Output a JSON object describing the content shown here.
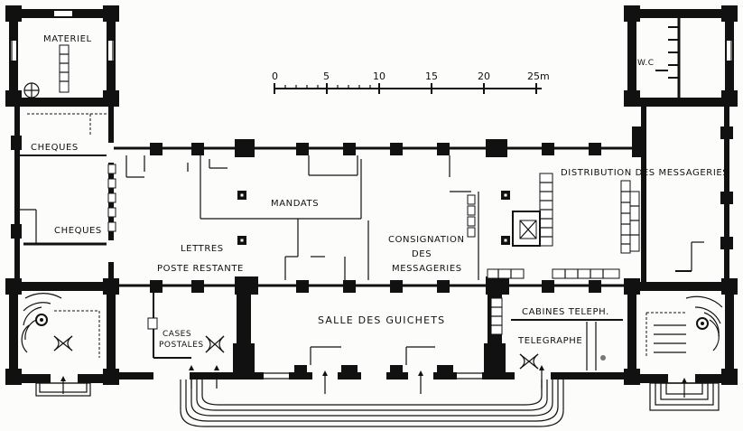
{
  "rooms": {
    "materiel": "MATERIEL",
    "wc": "W.C",
    "cheques_top": "CHEQUES",
    "cheques_bottom": "CHEQUES",
    "mandats": "MANDATS",
    "lettres": "LETTRES",
    "poste_restante": "POSTE RESTANTE",
    "consignation_1": "CONSIGNATION",
    "consignation_2": "DES",
    "consignation_3": "MESSAGERIES",
    "distribution": "DISTRIBUTION DES MESSAGERIES",
    "salle": "SALLE  DES  GUICHETS",
    "cases_1": "CASES",
    "cases_2": "POSTALES",
    "cabines": "CABINES TELEPH.",
    "telegraphe": "TELEGRAPHE"
  },
  "scale": {
    "ticks": [
      "0",
      "5",
      "10",
      "15",
      "20",
      "25m"
    ]
  }
}
